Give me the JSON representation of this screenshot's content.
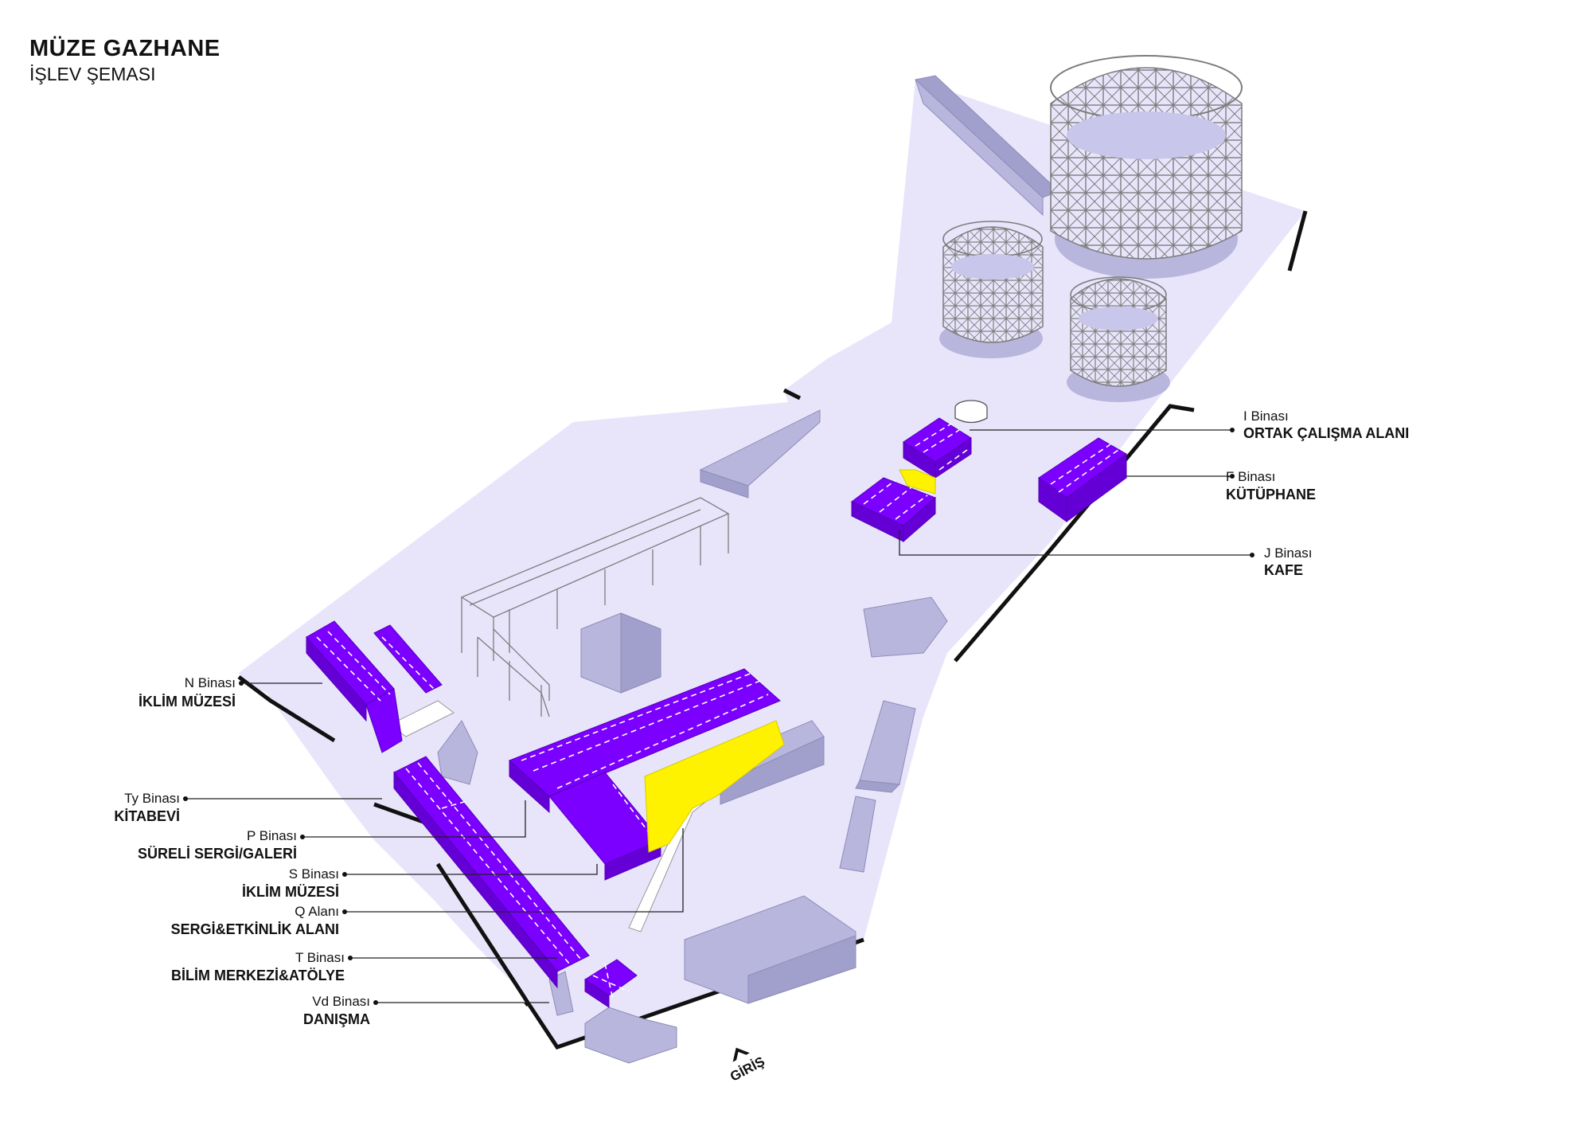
{
  "header": {
    "title": "MÜZE GAZHANE",
    "subtitle": "İŞLEV ŞEMASI"
  },
  "colors": {
    "site_ground": "#e8e5fb",
    "existing_building": "#b8b6dc",
    "function_building": "#7b00ff",
    "open_event_area": "#fff200",
    "site_edge": "#111111"
  },
  "labels": [
    {
      "id": "I",
      "name": "I Binası",
      "function": "ORTAK ÇALIŞMA ALANI"
    },
    {
      "id": "F",
      "name": "F Binası",
      "function": "KÜTÜPHANE"
    },
    {
      "id": "J",
      "name": "J Binası",
      "function": "KAFE"
    },
    {
      "id": "N",
      "name": "N Binası",
      "function": "İKLİM MÜZESİ"
    },
    {
      "id": "Ty",
      "name": "Ty Binası",
      "function": "KİTABEVİ"
    },
    {
      "id": "P",
      "name": "P Binası",
      "function": "SÜRELİ SERGİ/GALERİ"
    },
    {
      "id": "S",
      "name": "S Binası",
      "function": "İKLİM MÜZESİ"
    },
    {
      "id": "Q",
      "name": "Q Alanı",
      "function": "SERGİ&ETKİNLİK ALANI"
    },
    {
      "id": "T",
      "name": "T Binası",
      "function": "BİLİM MERKEZİ&ATÖLYE"
    },
    {
      "id": "Vd",
      "name": "Vd Binası",
      "function": "DANIŞMA"
    }
  ],
  "entrance": {
    "label": "GİRİŞ",
    "icon": "chevron-up-icon"
  }
}
